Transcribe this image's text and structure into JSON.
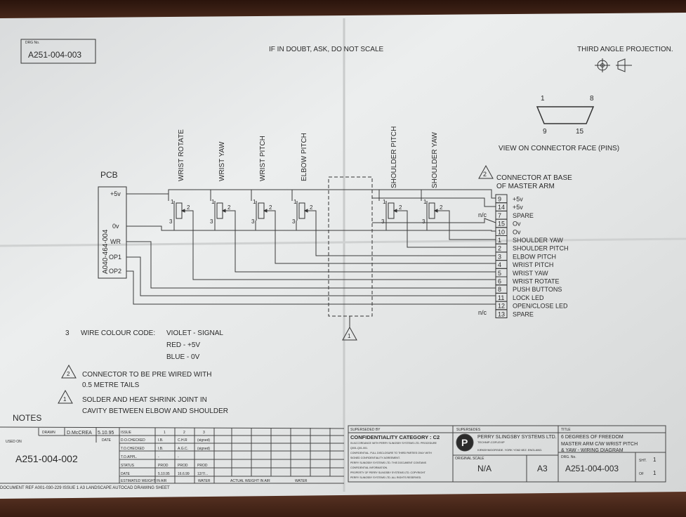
{
  "header": {
    "drg_no_label": "DRG No.",
    "drg_no": "A251-004-003",
    "scale_note": "IF IN DOUBT, ASK, DO NOT SCALE",
    "projection": "THIRD ANGLE PROJECTION."
  },
  "connector_face": {
    "pin_1": "1",
    "pin_8": "8",
    "pin_9": "9",
    "pin_15": "15",
    "caption": "VIEW ON CONNECTOR FACE (PINS)"
  },
  "pcb": {
    "label": "PCB",
    "part_no": "A040-464-004",
    "pins": [
      "+5v",
      "0v",
      "WR",
      "OP1",
      "OP2"
    ]
  },
  "pots": [
    "WRIST ROTATE",
    "WRIST YAW",
    "WRIST PITCH",
    "ELBOW PITCH",
    "SHOULDER PITCH",
    "SHOULDER YAW"
  ],
  "pot_terminals": {
    "t1": "1",
    "t2": "2",
    "t3": "3"
  },
  "connector": {
    "note_num": "2",
    "title_1": "CONNECTOR AT BASE",
    "title_2": "OF MASTER ARM",
    "nc": "n/c",
    "pins": [
      {
        "num": "9",
        "label": "+5v"
      },
      {
        "num": "14",
        "label": "+5v"
      },
      {
        "num": "7",
        "label": "SPARE"
      },
      {
        "num": "15",
        "label": "Ov"
      },
      {
        "num": "10",
        "label": "Ov"
      },
      {
        "num": "1",
        "label": "SHOULDER YAW"
      },
      {
        "num": "2",
        "label": "SHOULDER PITCH"
      },
      {
        "num": "3",
        "label": "ELBOW PITCH"
      },
      {
        "num": "4",
        "label": "WRIST PITCH"
      },
      {
        "num": "5",
        "label": "WRIST YAW"
      },
      {
        "num": "6",
        "label": "WRIST ROTATE"
      },
      {
        "num": "8",
        "label": "PUSH BUTTONS"
      },
      {
        "num": "11",
        "label": "LOCK LED"
      },
      {
        "num": "12",
        "label": "OPEN/CLOSE LED"
      },
      {
        "num": "13",
        "label": "SPARE"
      }
    ]
  },
  "cavity_note_num": "1",
  "notes": {
    "colour_code_num": "3",
    "colour_code_title": "WIRE COLOUR CODE:",
    "colour_lines": [
      "VIOLET  -  SIGNAL",
      "RED    -  +5V",
      "BLUE    -  0V"
    ],
    "note2_num": "2",
    "note2_lines": [
      "CONNECTOR TO BE PRE WIRED WITH",
      "0.5 METRE TAILS"
    ],
    "note1_num": "1",
    "note1_lines": [
      "SOLDER AND HEAT SHRINK JOINT IN",
      "CAVITY BETWEEN ELBOW AND SHOULDER"
    ],
    "heading": "NOTES"
  },
  "title_block": {
    "drawn_label": "DRAWN",
    "drawn_by": "D.McCREA",
    "drawn_date": "5.10.95",
    "date_label": "DATE",
    "used_on_label": "USED ON",
    "used_on": "A251-004-002",
    "issue_label": "ISSUE",
    "issues": [
      "1",
      "2",
      "3"
    ],
    "rows": [
      {
        "label": "D.O.CHECKED",
        "values": [
          "I.B.",
          "C.H.R",
          "(signed)"
        ]
      },
      {
        "label": "T.O.CHECKED",
        "values": [
          "I.B.",
          "A.G.C.",
          "(signed)"
        ]
      },
      {
        "label": "T.O.APPL.",
        "values": [
          "-",
          "-",
          ""
        ]
      },
      {
        "label": "STATUS",
        "values": [
          "PROD",
          "PROD",
          "PROD"
        ]
      },
      {
        "label": "DATE",
        "values": [
          "5.10.95",
          "16.6.99",
          "12/7/..."
        ]
      }
    ],
    "est_weight_air": "ESTIMATED WEIGHT IN AIR",
    "water": "WATER",
    "actual_weight_air": "ACTUAL WEIGHT IN AIR",
    "water2": "WATER",
    "doc_ref": "DOCUMENT REF A001-030-229 ISSUE 1 A3 LANDSCAPE AUTOCAD DRAWING SHEET",
    "superseded_by_label": "SUPERSEDED BY",
    "confidentiality": "CONFIDENTIALITY CATEGORY : C2",
    "conf_text": [
      "IN ACCORDANCE WITH PERRY SLINGSBY SYSTEMS LTD. PROCEDURE",
      "Q001-Q01-001.",
      "CONFIDENTIAL. FULL DISCLOSURE TO THIRD PARTIES ONLY WITH",
      "SIGNED CONFIDENTIALITY AGREEMENT.",
      "PERRY SLINGSBY SYSTEMS LTD. THIS DOCUMENT CONTAINS",
      "CONFIDENTIAL INFORMATION.",
      "PROPERTY OF PERRY SLINGSBY SYSTEMS LTD. COPYRIGHT",
      "PERRY SLINGSBY SYSTEMS LTD. ALL RIGHTS RESERVED."
    ],
    "supersedes_label": "SUPERSEDES",
    "company": "PERRY SLINGSBY SYSTEMS LTD.",
    "company_sub": "TECHNIP-COFLEXIP",
    "address": "KIRKBYMOORSIDE. YORK YO62 6EZ. ENGLAND.",
    "logo_letter": "P",
    "original_scale_label": "ORIGINAL SCALE",
    "scale": "N/A",
    "sheet_size": "A3",
    "title_label": "TITLE",
    "title_lines": [
      "6 DEGREES OF FREEDOM",
      "MASTER ARM C/W WRIST PITCH",
      "& YAW - WIRING DIAGRAM"
    ],
    "drg_no_label": "DRG. No.",
    "drg_no": "A251-004-003",
    "sheet_label": "SHT.",
    "sheet": "1",
    "of_label": "OF",
    "of": "1"
  }
}
